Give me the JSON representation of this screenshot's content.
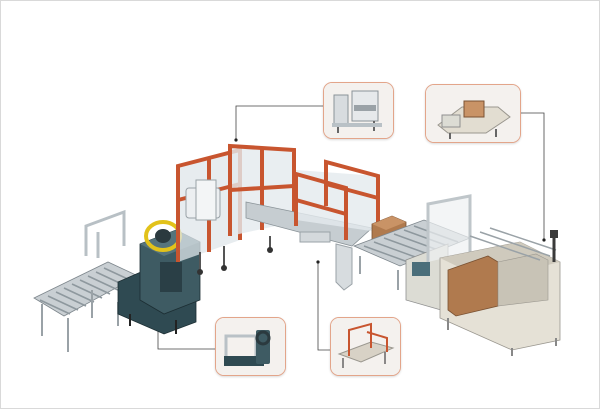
{
  "figure": {
    "kind": "packaging production line illustration",
    "colors": {
      "frame_orange": "#c8552f",
      "guard_glass": "#dfe6ea",
      "machine_teal": "#3e5b63",
      "roller_silver": "#b9c1c6",
      "carton_brown": "#b07a4e",
      "callout_border": "#e3a58a",
      "strap_yellow": "#e2c21a"
    },
    "machines": [
      {
        "id": "roller-conveyor-exit",
        "icon": "roller-conveyor-icon"
      },
      {
        "id": "strapping-machine",
        "icon": "strapping-machine-icon"
      },
      {
        "id": "case-sealer",
        "icon": "case-sealer-icon"
      },
      {
        "id": "guarded-conveyor",
        "icon": "guarded-conveyor-icon"
      },
      {
        "id": "case-erector",
        "icon": "case-erector-icon"
      }
    ],
    "callouts": [
      {
        "id": "callout-case-sealer",
        "icon": "case-sealer-icon"
      },
      {
        "id": "callout-case-erector",
        "icon": "case-erector-icon"
      },
      {
        "id": "callout-strapping-machine",
        "icon": "strapping-machine-icon"
      },
      {
        "id": "callout-folding-sealer",
        "icon": "folding-sealer-icon"
      }
    ]
  }
}
